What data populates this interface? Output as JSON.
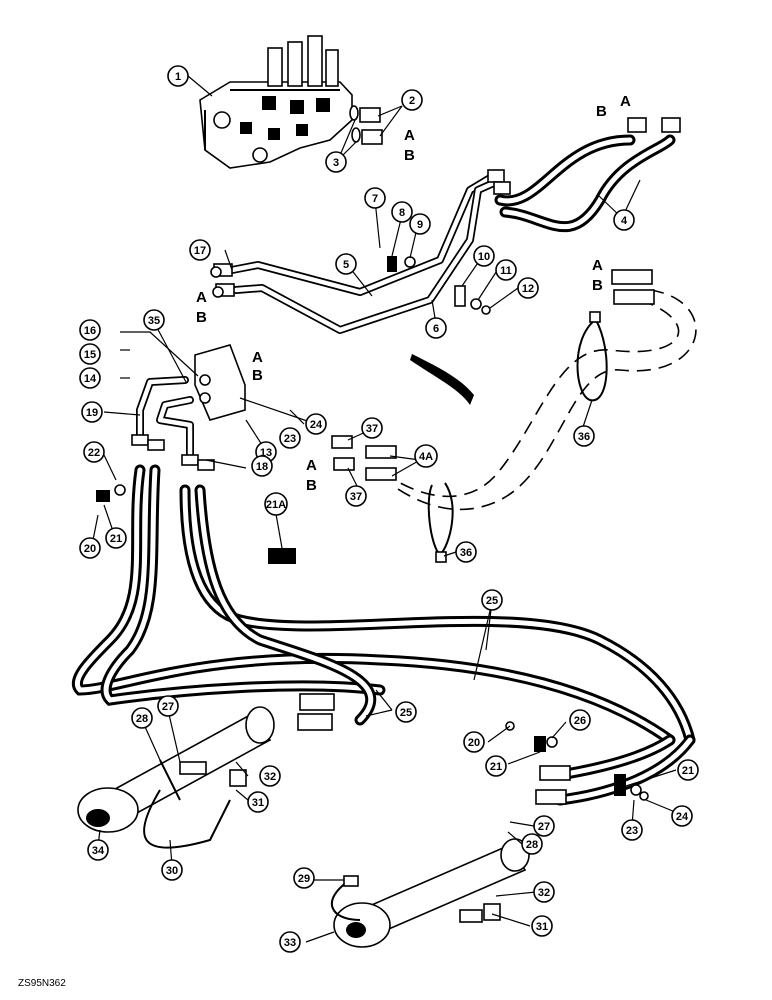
{
  "callouts": [
    {
      "id": "c1",
      "label": "1"
    },
    {
      "id": "c2",
      "label": "2"
    },
    {
      "id": "c3",
      "label": "3"
    },
    {
      "id": "c4",
      "label": "4"
    },
    {
      "id": "c5",
      "label": "5"
    },
    {
      "id": "c6",
      "label": "6"
    },
    {
      "id": "c7",
      "label": "7"
    },
    {
      "id": "c8",
      "label": "8"
    },
    {
      "id": "c9",
      "label": "9"
    },
    {
      "id": "c10",
      "label": "10"
    },
    {
      "id": "c11",
      "label": "11"
    },
    {
      "id": "c12",
      "label": "12"
    },
    {
      "id": "c13",
      "label": "13"
    },
    {
      "id": "c14",
      "label": "14"
    },
    {
      "id": "c15",
      "label": "15"
    },
    {
      "id": "c16",
      "label": "16"
    },
    {
      "id": "c17",
      "label": "17"
    },
    {
      "id": "c18",
      "label": "18"
    },
    {
      "id": "c19",
      "label": "19"
    },
    {
      "id": "c20a",
      "label": "20"
    },
    {
      "id": "c20b",
      "label": "20"
    },
    {
      "id": "c21a",
      "label": "21"
    },
    {
      "id": "c21b",
      "label": "21"
    },
    {
      "id": "c21c",
      "label": "21"
    },
    {
      "id": "c21A",
      "label": "21A"
    },
    {
      "id": "c22",
      "label": "22"
    },
    {
      "id": "c23a",
      "label": "23"
    },
    {
      "id": "c23b",
      "label": "23"
    },
    {
      "id": "c24a",
      "label": "24"
    },
    {
      "id": "c24b",
      "label": "24"
    },
    {
      "id": "c25a",
      "label": "25"
    },
    {
      "id": "c25b",
      "label": "25"
    },
    {
      "id": "c26",
      "label": "26"
    },
    {
      "id": "c27a",
      "label": "27"
    },
    {
      "id": "c27b",
      "label": "27"
    },
    {
      "id": "c28a",
      "label": "28"
    },
    {
      "id": "c28b",
      "label": "28"
    },
    {
      "id": "c29",
      "label": "29"
    },
    {
      "id": "c30",
      "label": "30"
    },
    {
      "id": "c31a",
      "label": "31"
    },
    {
      "id": "c31b",
      "label": "31"
    },
    {
      "id": "c32a",
      "label": "32"
    },
    {
      "id": "c32b",
      "label": "32"
    },
    {
      "id": "c33",
      "label": "33"
    },
    {
      "id": "c34",
      "label": "34"
    },
    {
      "id": "c35",
      "label": "35"
    },
    {
      "id": "c36a",
      "label": "36"
    },
    {
      "id": "c36b",
      "label": "36"
    },
    {
      "id": "c37a",
      "label": "37"
    },
    {
      "id": "c37b",
      "label": "37"
    },
    {
      "id": "c4A",
      "label": "4A"
    }
  ],
  "port_labels": {
    "a": "A",
    "b": "B"
  },
  "figure_code": "ZS95N362"
}
